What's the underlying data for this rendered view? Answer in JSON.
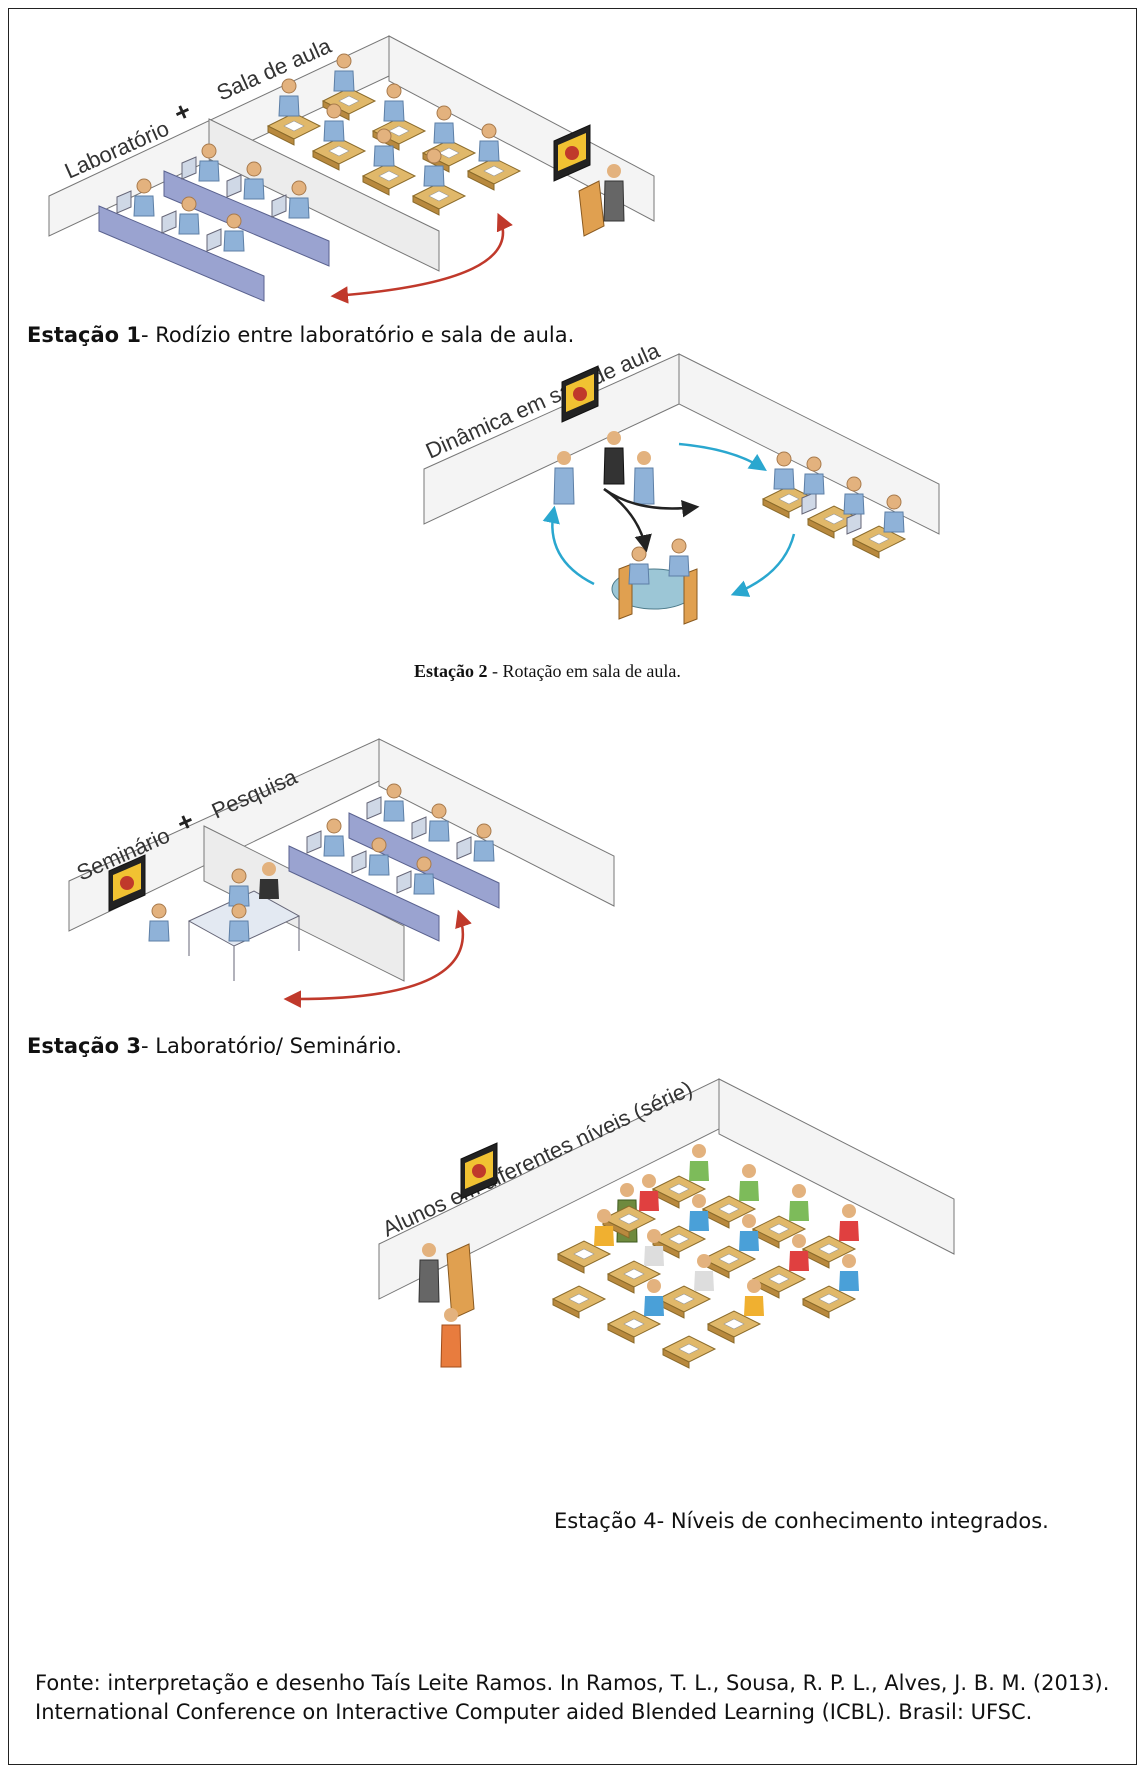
{
  "station1": {
    "label_left": "Laboratório",
    "label_plus": "+",
    "label_right": "Sala de aula",
    "caption_bold": "Estação 1",
    "caption_text": "- Rodízio entre laboratório e sala de aula."
  },
  "station2": {
    "label": "Dinâmica em sala de aula",
    "caption_bold": "Estação 2",
    "caption_text": " - Rotação em sala de aula."
  },
  "station3": {
    "label_left": "Seminário",
    "label_plus": "+",
    "label_right": "Pesquisa",
    "caption_bold": "Estação 3",
    "caption_text": "- Laboratório/ Seminário."
  },
  "station4": {
    "label": "Alunos em diferentes níveis (série)",
    "caption_text": "Estação 4- Níveis de conhecimento integrados."
  },
  "source": {
    "text": "Fonte: interpretação e desenho Taís Leite Ramos. In Ramos, T. L., Sousa, R. P. L., Alves, J. B. M. (2013). International Conference on Interactive Computer aided Blended Learning (ICBL). Brasil: UFSC."
  },
  "colors": {
    "wall": "#f2f2f2",
    "desk": "#e0b86a",
    "bench": "#9aa3d0",
    "person": "#8fb2d8",
    "arrow_red": "#c0392b",
    "arrow_blue": "#2aa7cf"
  }
}
